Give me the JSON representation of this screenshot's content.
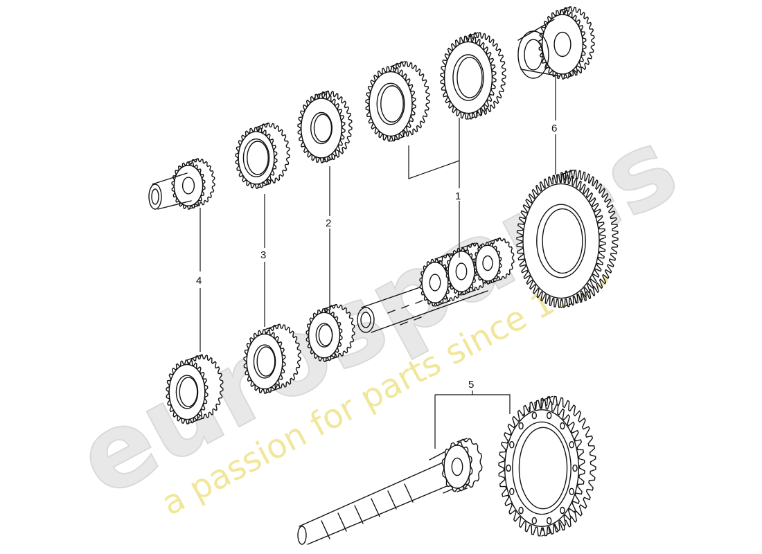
{
  "watermark": {
    "brand": "eurospares",
    "tagline": "a passion for parts since 1985"
  },
  "callouts": {
    "part_1": "1",
    "part_2": "2",
    "part_3": "3",
    "part_4": "4",
    "part_5": "5",
    "part_6": "6"
  },
  "colors": {
    "line": "#111111",
    "background": "#ffffff",
    "watermark_brand": "#e8e8e8",
    "watermark_tagline": "#f1e79a"
  }
}
